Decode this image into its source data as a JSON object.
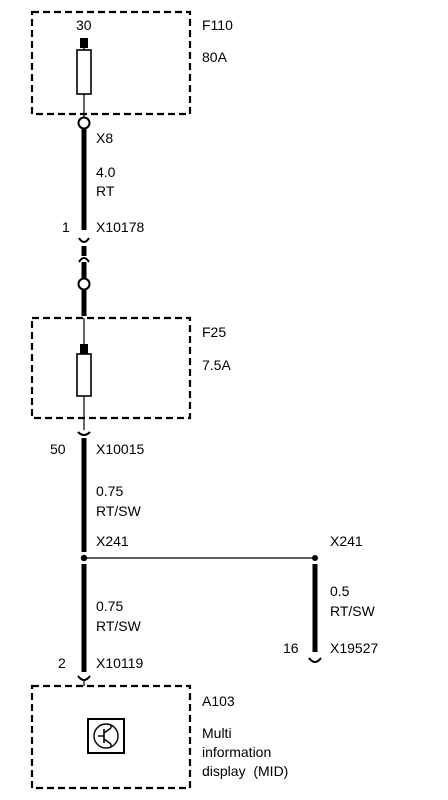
{
  "fuse_f110": {
    "pin": "30",
    "id": "F110",
    "rating": "80A"
  },
  "wire_1": {
    "connector_top": "X8",
    "size": "4.0",
    "color": "RT",
    "pin": "1",
    "connector_bottom": "X10178"
  },
  "fuse_f25": {
    "id": "F25",
    "rating": "7.5A"
  },
  "wire_2": {
    "pin": "50",
    "connector": "X10015",
    "size": "0.75",
    "color": "RT/SW"
  },
  "splice": {
    "left": "X241",
    "right": "X241"
  },
  "wire_3": {
    "size": "0.75",
    "color": "RT/SW",
    "pin": "2",
    "connector": "X10119"
  },
  "wire_4": {
    "size": "0.5",
    "color": "RT/SW",
    "pin": "16",
    "connector": "X19527"
  },
  "module": {
    "id": "A103",
    "desc_line1": "Multi",
    "desc_line2": "information",
    "desc_line3": "display  (MID)"
  },
  "colors": {
    "line": "#000000",
    "background": "#ffffff"
  },
  "icons": {
    "module_symbol": "electronic-module-icon"
  }
}
